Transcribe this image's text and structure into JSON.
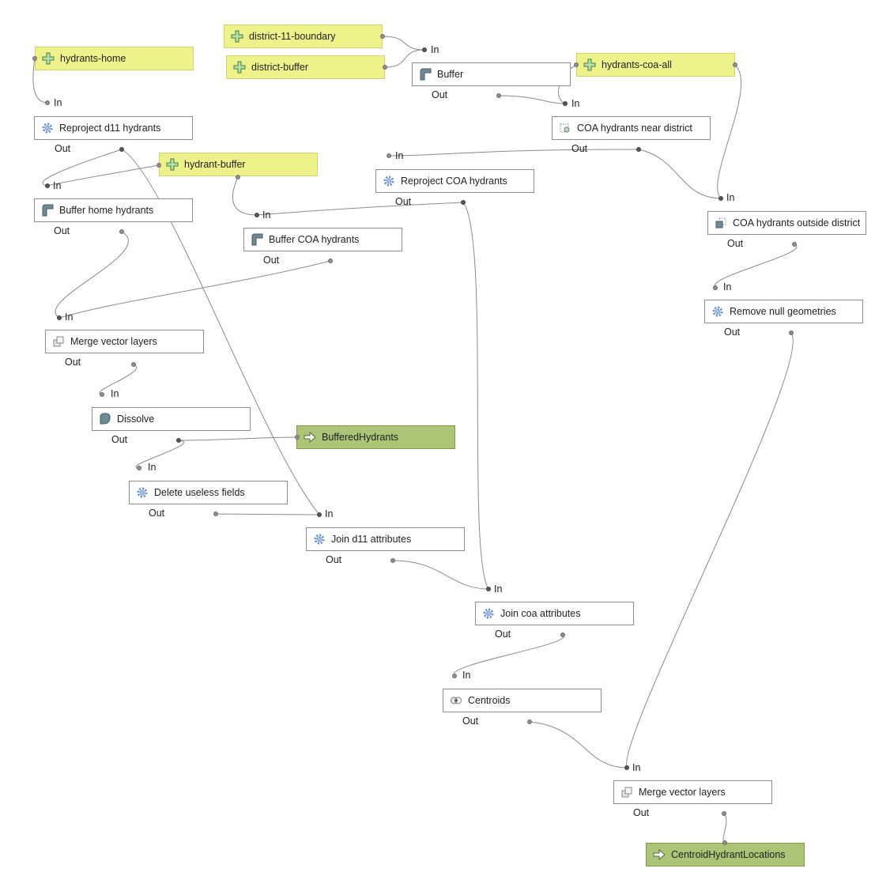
{
  "ports": {
    "in": "In",
    "out": "Out"
  },
  "nodes": {
    "district_boundary": {
      "label": "district-11-boundary",
      "kind": "input",
      "icon": "plus-input-icon"
    },
    "district_buffer": {
      "label": "district-buffer",
      "kind": "input",
      "icon": "plus-input-icon"
    },
    "hydrants_home": {
      "label": "hydrants-home",
      "kind": "input",
      "icon": "plus-input-icon"
    },
    "hydrants_coa_all": {
      "label": "hydrants-coa-all",
      "kind": "input",
      "icon": "plus-input-icon"
    },
    "hydrant_buffer": {
      "label": "hydrant-buffer",
      "kind": "input",
      "icon": "plus-input-icon"
    },
    "buffer": {
      "label": "Buffer",
      "kind": "algorithm",
      "icon": "buffer-icon"
    },
    "reproject_d11": {
      "label": "Reproject d11 hydrants",
      "kind": "algorithm",
      "icon": "gear-icon"
    },
    "coa_near_district": {
      "label": "COA hydrants near district",
      "kind": "algorithm",
      "icon": "select-location-icon"
    },
    "reproject_coa": {
      "label": "Reproject COA hydrants",
      "kind": "algorithm",
      "icon": "gear-icon"
    },
    "coa_outside": {
      "label": "COA hydrants outside district",
      "kind": "algorithm",
      "icon": "extract-location-icon"
    },
    "buffer_home": {
      "label": "Buffer home hydrants",
      "kind": "algorithm",
      "icon": "buffer-icon"
    },
    "buffer_coa": {
      "label": "Buffer COA hydrants",
      "kind": "algorithm",
      "icon": "buffer-icon"
    },
    "remove_null": {
      "label": "Remove null geometries",
      "kind": "algorithm",
      "icon": "gear-icon"
    },
    "merge1": {
      "label": "Merge vector layers",
      "kind": "algorithm",
      "icon": "merge-icon"
    },
    "dissolve": {
      "label": "Dissolve",
      "kind": "algorithm",
      "icon": "dissolve-icon"
    },
    "buffered_hydrants": {
      "label": "BufferedHydrants",
      "kind": "output",
      "icon": "output-arrow-icon"
    },
    "delete_fields": {
      "label": "Delete useless fields",
      "kind": "algorithm",
      "icon": "gear-icon"
    },
    "join_d11": {
      "label": "Join d11 attributes",
      "kind": "algorithm",
      "icon": "gear-icon"
    },
    "join_coa": {
      "label": "Join coa attributes",
      "kind": "algorithm",
      "icon": "gear-icon"
    },
    "centroids": {
      "label": "Centroids",
      "kind": "algorithm",
      "icon": "centroids-icon"
    },
    "merge2": {
      "label": "Merge vector layers",
      "kind": "algorithm",
      "icon": "merge-icon"
    },
    "centroid_locations": {
      "label": "CentroidHydrantLocations",
      "kind": "output",
      "icon": "output-arrow-icon"
    }
  },
  "colors": {
    "input_node": "#eef28a",
    "output_node": "#acc476",
    "algorithm_node": "#ffffff",
    "edge": "#8a8a8a"
  }
}
